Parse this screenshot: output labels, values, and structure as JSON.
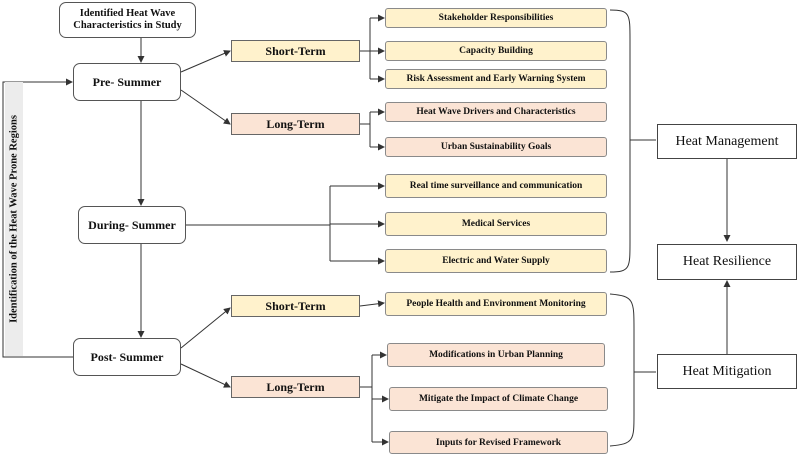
{
  "side_label": "Identification of the Heat Wave Prone Regions",
  "top_box": [
    "Identified Heat Wave",
    "Characteristics in Study"
  ],
  "phases": {
    "pre": "Pre- Summer",
    "during": "During- Summer",
    "post": "Post- Summer"
  },
  "terms": {
    "pre_short": "Short-Term",
    "pre_long": "Long-Term",
    "post_short": "Short-Term",
    "post_long": "Long-Term"
  },
  "actions": {
    "stakeholder": "Stakeholder Responsibilities",
    "capacity": "Capacity Building",
    "risk": "Risk Assessment and Early Warning System",
    "drivers": "Heat Wave Drivers and Characteristics",
    "urban_goals": "Urban Sustainability Goals",
    "surveillance": "Real time surveillance and communication",
    "medical": "Medical Services",
    "electric": "Electric and Water Supply",
    "monitoring": "People Health and Environment Monitoring",
    "planning": "Modifications in Urban Planning",
    "climate": "Mitigate the Impact of Climate Change",
    "framework": "Inputs for Revised Framework"
  },
  "outcomes": {
    "management": "Heat Management",
    "resilience": "Heat Resilience",
    "mitigation": "Heat Mitigation"
  },
  "colors": {
    "short_term_fill": "#fff2cc",
    "long_term_fill": "#fbe4d5",
    "side_label_fill": "#ececec",
    "line": "#333333"
  }
}
